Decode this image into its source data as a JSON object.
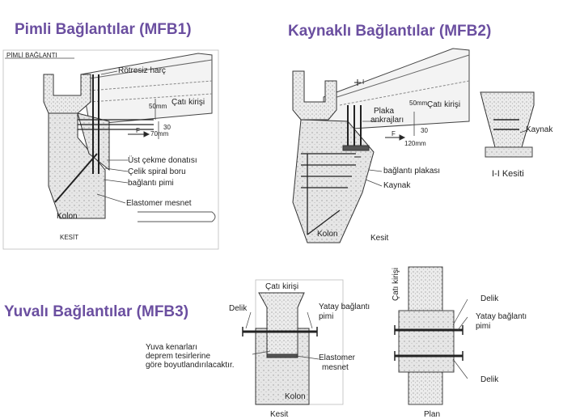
{
  "titles": {
    "mfb1": "Pimli Bağlantılar (MFB1)",
    "mfb2": "Kaynaklı Bağlantılar (MFB2)",
    "mfb3": "Yuvalı Bağlantılar (MFB3)"
  },
  "mfb1": {
    "header": "PİMLİ BAĞLANTI",
    "rotresiz": "Rötresiz harç",
    "cati": "Çatı kirişi",
    "ust_cekme": "Üst çekme donatısı",
    "celik_spiral": "Çelik spiral boru",
    "baglanti_pimi": "bağlantı pimi",
    "elastomer": "Elastomer mesnet",
    "kolon": "Kolon",
    "kesit": "KESİT",
    "dim_50": "50mm",
    "dim_70": "70mm",
    "dim_30": "30",
    "f": "F"
  },
  "mfb2": {
    "plaka": "Plaka",
    "ankrajlari": "ankrajları",
    "cati": "Çatı kirişi",
    "baglanti_plakasi": "bağlantı plakası",
    "kaynak": "Kaynak",
    "kolon": "Kolon",
    "kesit": "Kesit",
    "kaynak_side": "Kaynak",
    "ii_kesiti": "I-I Kesiti",
    "dim_50": "50mm",
    "dim_120": "120mm",
    "dim_30": "30",
    "f": "F",
    "i_mark": "I"
  },
  "mfb3": {
    "cati": "Çatı kirişi",
    "delik": "Delik",
    "yatay": "Yatay bağlantı",
    "pimi": "pimi",
    "yuva_note_1": "Yuva kenarları",
    "yuva_note_2": "deprem tesirlerine",
    "yuva_note_3": "göre boyutlandırılacaktır.",
    "elastomer": "Elastomer",
    "mesnet": "mesnet",
    "kolon": "Kolon",
    "kesit": "Kesit",
    "cati_vertical": "Çatı kirişi",
    "plan_delik_1": "Delik",
    "plan_yatay": "Yatay bağlantı",
    "plan_pimi": "pimi",
    "plan_delik_2": "Delik",
    "plan": "Plan"
  }
}
